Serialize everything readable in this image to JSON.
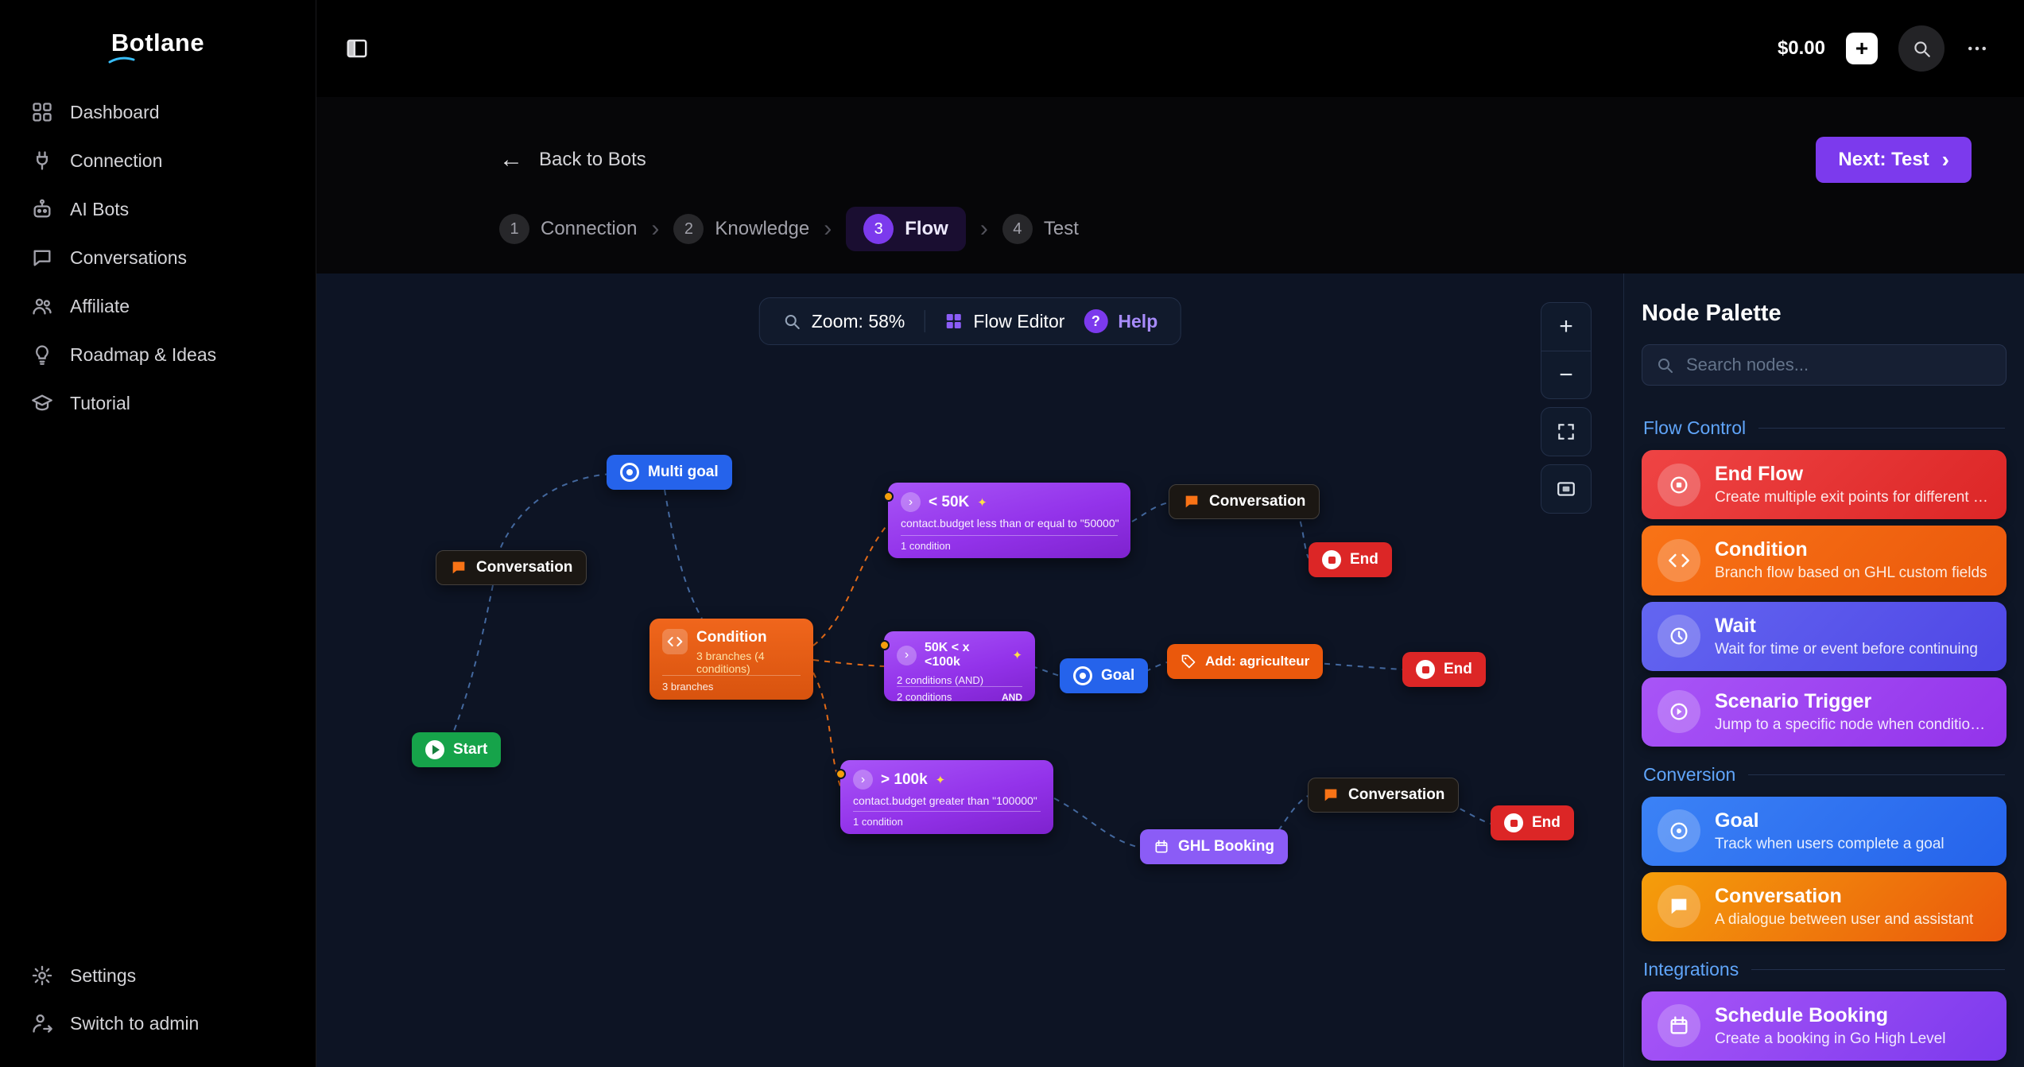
{
  "app": {
    "name": "Botlane"
  },
  "colors": {
    "accent_purple": "#7c3aed",
    "node_blue": "#2563eb",
    "node_green": "#16a34a",
    "node_red": "#dc2626",
    "node_orange": "#ea580c",
    "node_violet": "#8b5cf6",
    "section_blue": "#60a5fa",
    "canvas_bg": "#0d1424"
  },
  "sidebar": {
    "logo": "Botlane",
    "items": [
      {
        "label": "Dashboard",
        "icon": "dashboard-icon"
      },
      {
        "label": "Connection",
        "icon": "plug-icon"
      },
      {
        "label": "AI Bots",
        "icon": "robot-icon"
      },
      {
        "label": "Conversations",
        "icon": "chat-icon"
      },
      {
        "label": "Affiliate",
        "icon": "users-icon"
      },
      {
        "label": "Roadmap & Ideas",
        "icon": "lightbulb-icon"
      },
      {
        "label": "Tutorial",
        "icon": "graduation-cap-icon"
      }
    ],
    "footer_items": [
      {
        "label": "Settings",
        "icon": "gear-icon"
      },
      {
        "label": "Switch to admin",
        "icon": "user-switch-icon"
      }
    ]
  },
  "topbar": {
    "balance": "$0.00",
    "add_label": "+"
  },
  "header": {
    "back_label": "Back to Bots",
    "back_arrow": "←",
    "next_label": "Next: Test",
    "next_chevron": "›",
    "step_chevron": "›",
    "steps": [
      {
        "num": "1",
        "label": "Connection"
      },
      {
        "num": "2",
        "label": "Knowledge"
      },
      {
        "num": "3",
        "label": "Flow"
      },
      {
        "num": "4",
        "label": "Test"
      }
    ]
  },
  "canvas": {
    "sparkle": "✦",
    "toolbar": {
      "zoom_label": "Zoom: 58%",
      "editor_label": "Flow Editor",
      "help_q": "?",
      "help_label": "Help"
    },
    "zoom_controls": {
      "plus": "+",
      "minus": "−"
    },
    "nodes": {
      "multi_goal": {
        "label": "Multi goal"
      },
      "conversation1": {
        "label": "Conversation"
      },
      "start": {
        "label": "Start"
      },
      "condition": {
        "title": "Condition",
        "subtitle": "3 branches (4 conditions)",
        "footer": "3 branches"
      },
      "branch_low": {
        "title": "< 50K",
        "subtitle": "contact.budget less than or equal to \"50000\"",
        "footer": "1 condition"
      },
      "branch_mid": {
        "title": "50K < x <100k",
        "subtitle": "2 conditions (AND)",
        "footer": "2 conditions",
        "badge": "AND"
      },
      "branch_high": {
        "title": "> 100k",
        "subtitle": "contact.budget greater than \"100000\"",
        "footer": "1 condition"
      },
      "conversation2": {
        "label": "Conversation"
      },
      "end1": {
        "label": "End"
      },
      "goal": {
        "label": "Goal"
      },
      "add_tag": {
        "label": "Add: agriculteur"
      },
      "end2": {
        "label": "End"
      },
      "ghl_booking": {
        "label": "GHL Booking"
      },
      "conversation3": {
        "label": "Conversation"
      },
      "end3": {
        "label": "End"
      }
    }
  },
  "palette": {
    "title": "Node Palette",
    "search_placeholder": "Search nodes...",
    "sections": [
      {
        "title": "Flow Control",
        "cards": [
          {
            "title": "End Flow",
            "desc": "Create multiple exit points for different b...",
            "icon": "stop-circle-icon"
          },
          {
            "title": "Condition",
            "desc": "Branch flow based on GHL custom fields",
            "icon": "code-icon"
          },
          {
            "title": "Wait",
            "desc": "Wait for time or event before continuing",
            "icon": "clock-icon"
          },
          {
            "title": "Scenario Trigger",
            "desc": "Jump to a specific node when conditions...",
            "icon": "play-circle-icon"
          }
        ]
      },
      {
        "title": "Conversion",
        "cards": [
          {
            "title": "Goal",
            "desc": "Track when users complete a goal",
            "icon": "target-icon"
          },
          {
            "title": "Conversation",
            "desc": "A dialogue between user and assistant",
            "icon": "chat-bubble-icon"
          }
        ]
      },
      {
        "title": "Integrations",
        "cards": [
          {
            "title": "Schedule Booking",
            "desc": "Create a booking in Go High Level",
            "icon": "calendar-icon"
          }
        ]
      }
    ]
  }
}
